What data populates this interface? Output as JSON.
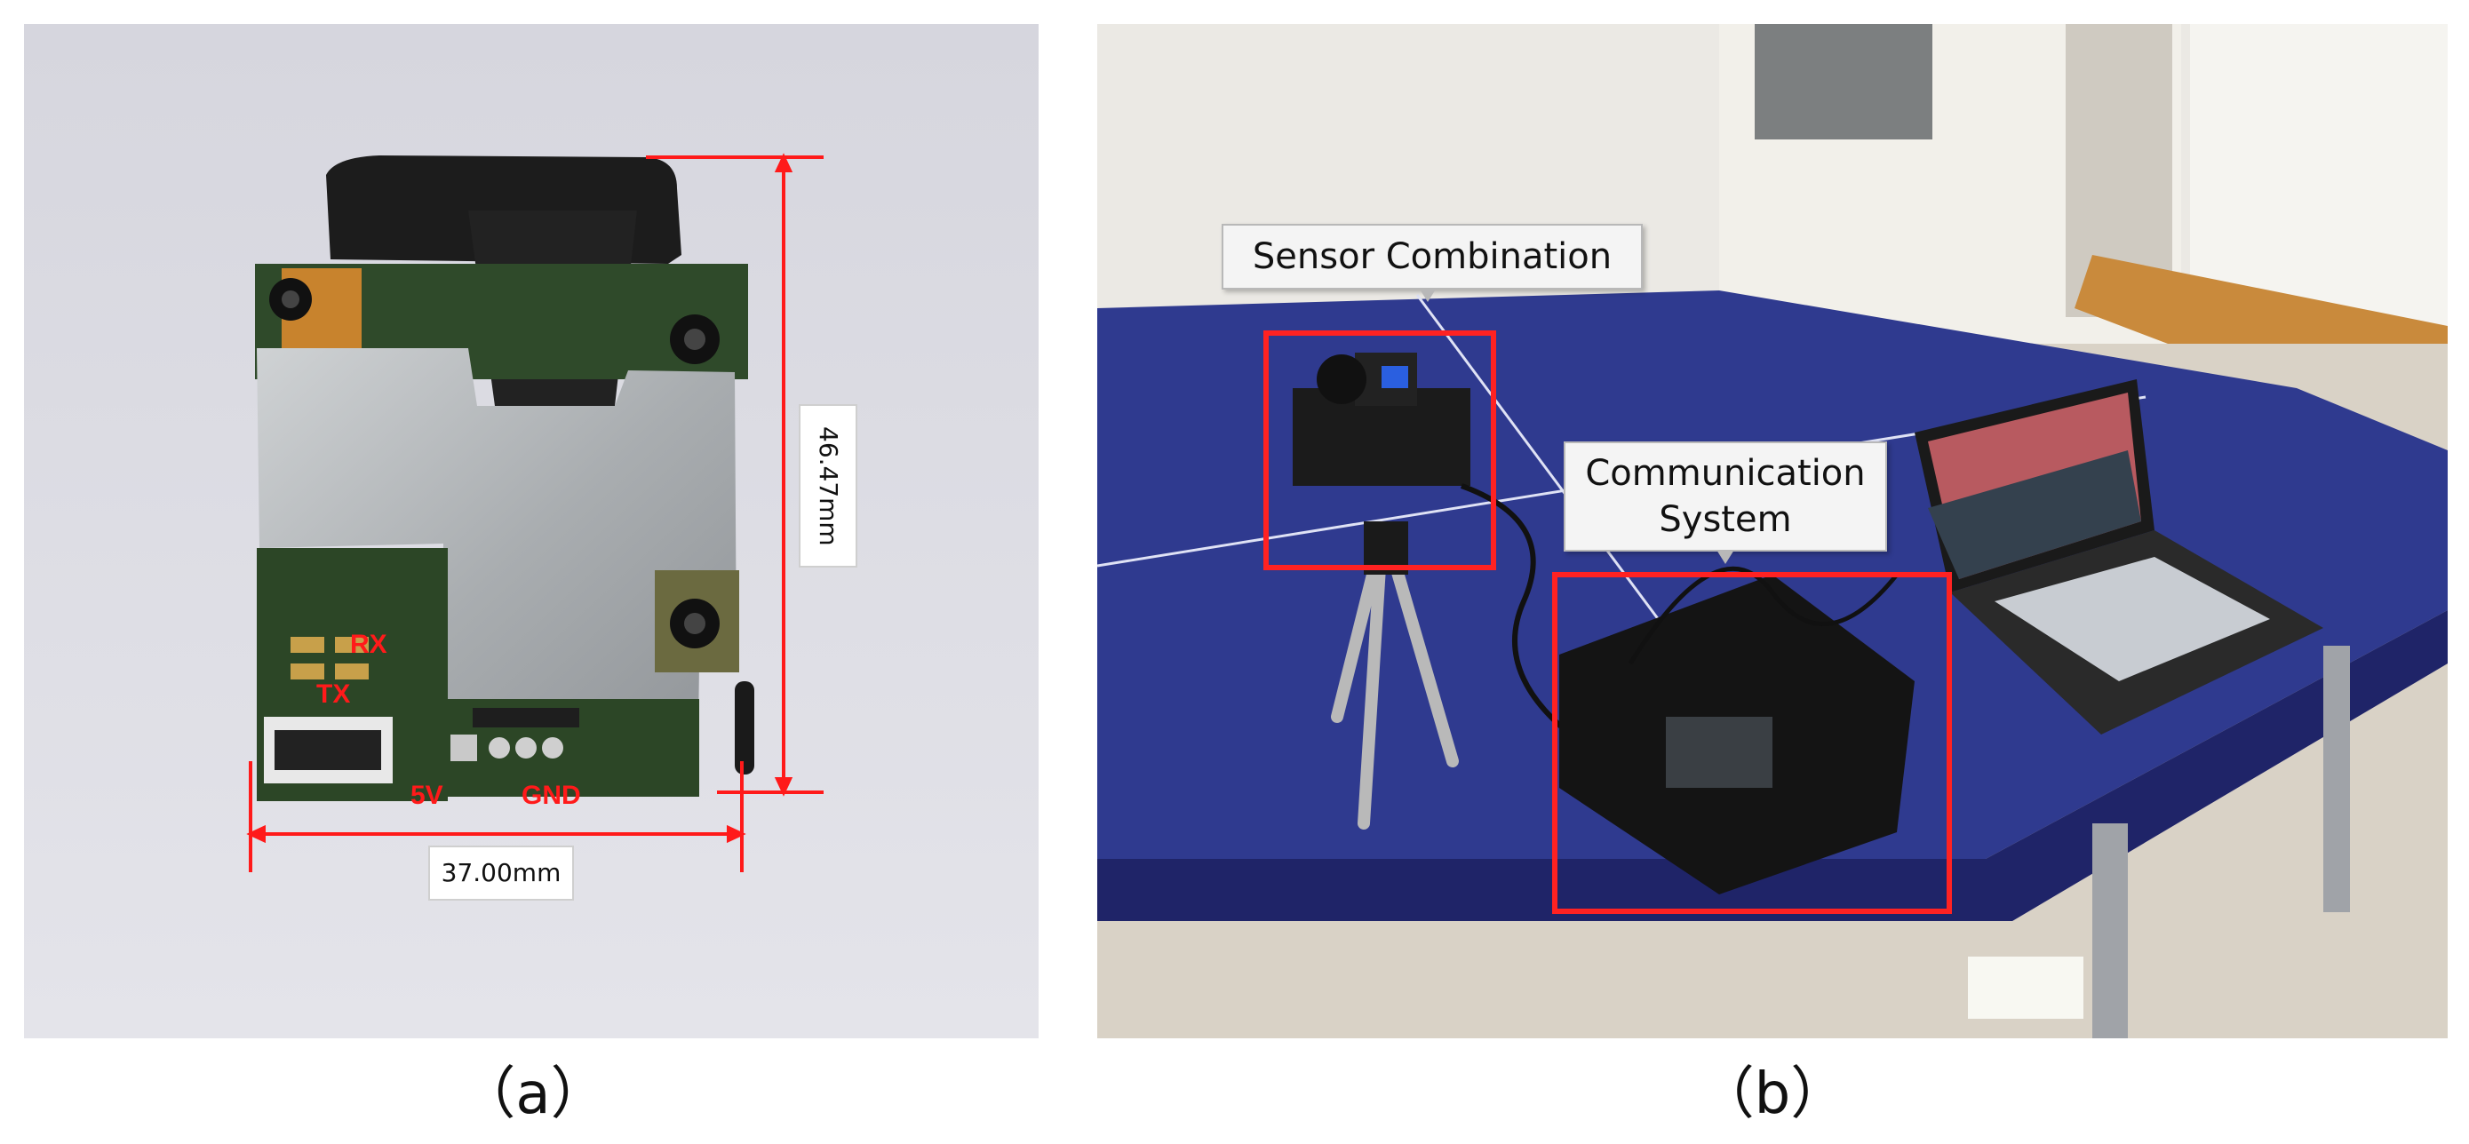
{
  "panel_a": {
    "caption": "（a）",
    "width_dimension": "37.00mm",
    "height_dimension": "46.47mm",
    "pin_labels": {
      "rx": "RX",
      "tx": "TX",
      "v5": "5V",
      "gnd": "GND"
    }
  },
  "panel_b": {
    "caption": "（b）",
    "callout_sensor": "Sensor Combination",
    "callout_comm_line1": "Communication",
    "callout_comm_line2": "System"
  },
  "colors": {
    "annotation_red": "#ff1a1a",
    "table_blue": "#2f3a8f",
    "background_gray": "#dcdce2"
  }
}
